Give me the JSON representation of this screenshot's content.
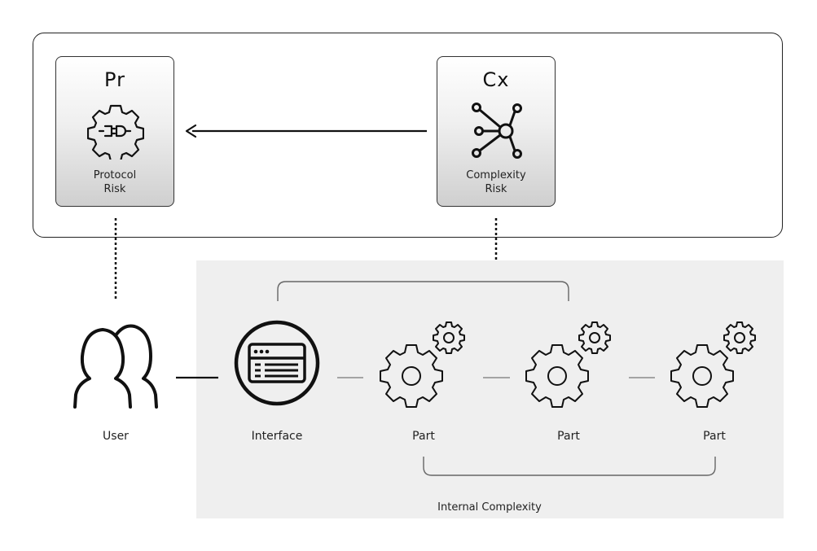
{
  "protocol_card": {
    "abbr": "Pr",
    "name_line1": "Protocol",
    "name_line2": "Risk"
  },
  "complexity_card": {
    "abbr": "Cx",
    "name_line1": "Complexity",
    "name_line2": "Risk"
  },
  "user": {
    "label": "User"
  },
  "interface": {
    "label": "Interface"
  },
  "parts": [
    {
      "label": "Part"
    },
    {
      "label": "Part"
    },
    {
      "label": "Part"
    }
  ],
  "internal_complexity": {
    "label": "Internal Complexity"
  },
  "colors": {
    "stroke": "#111111",
    "panel": "#efefef",
    "card_gradient_end": "#cfcfcf"
  }
}
